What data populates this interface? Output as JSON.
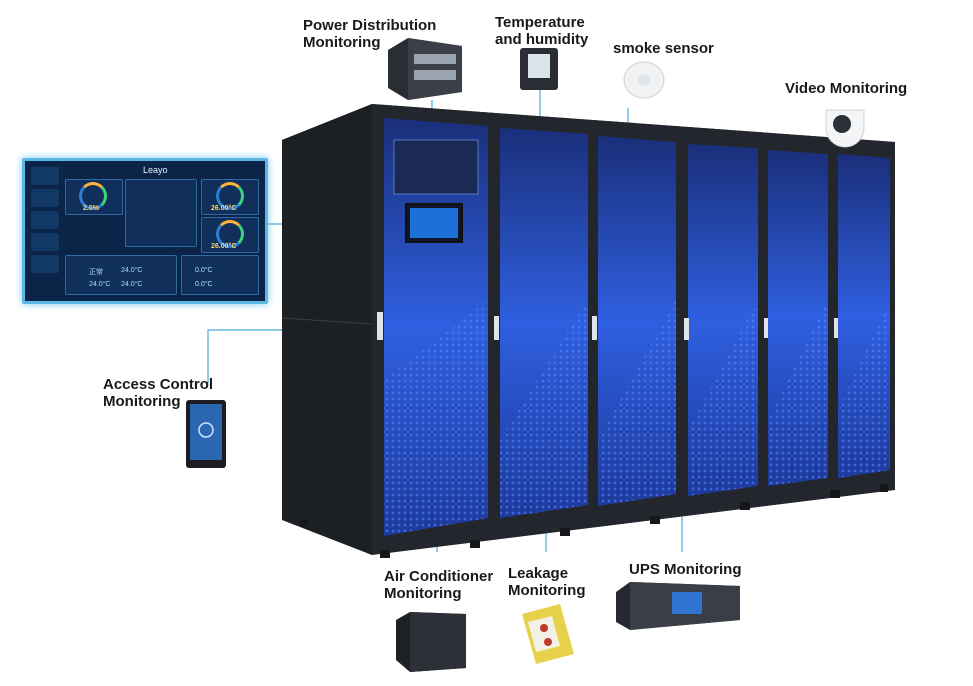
{
  "labels": {
    "power_distribution": [
      "Power Distribution",
      "Monitoring"
    ],
    "temperature_humidity": [
      "Temperature",
      "and humidity"
    ],
    "smoke_sensor": [
      "smoke sensor"
    ],
    "video_monitoring": [
      "Video Monitoring"
    ],
    "access_control": [
      "Access Control",
      "Monitoring"
    ],
    "air_conditioner": [
      "Air Conditioner",
      "Monitoring"
    ],
    "leakage": [
      "Leakage",
      "Monitoring"
    ],
    "ups": [
      "UPS Monitoring"
    ]
  },
  "dashboard": {
    "logo": "Leayo",
    "gauge_left_value": "2.0%",
    "gauge_right_top_value": "26.00°C",
    "gauge_right_bottom_value": "26.00°C",
    "env_values": [
      "正常",
      "24.0°C",
      "24.0°C",
      "24.0°C"
    ],
    "ac_values": [
      "0.0°C",
      "0.0°C"
    ]
  },
  "colors": {
    "cabinet": "#23262c",
    "cabinet_edge": "#3a3e46",
    "door_glow": "#2f5fe0",
    "callout_line": "#4aa6d8"
  }
}
